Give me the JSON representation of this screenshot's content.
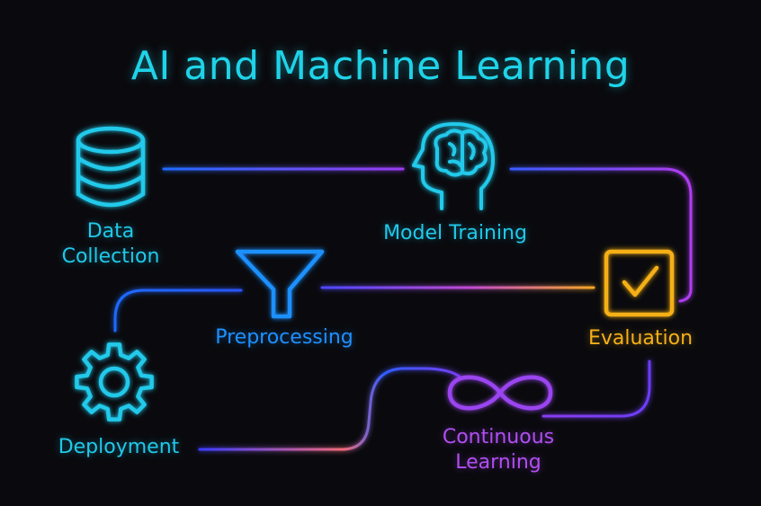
{
  "title": "AI and Machine Learning",
  "steps": {
    "data_collection": {
      "line1": "Data",
      "line2": "Collection",
      "icon": "database-icon"
    },
    "model_training": {
      "label": "Model Training",
      "icon": "brain-head-icon"
    },
    "preprocessing": {
      "label": "Preprocessing",
      "icon": "funnel-icon"
    },
    "evaluation": {
      "label": "Evaluation",
      "icon": "checkbox-icon"
    },
    "deployment": {
      "label": "Deployment",
      "icon": "gear-icon"
    },
    "continuous_learning": {
      "line1": "Continuous",
      "line2": "Learning",
      "icon": "infinity-icon"
    }
  },
  "colors": {
    "cyan": "#20c9ea",
    "blue": "#1e90ff",
    "purple": "#b04ef2",
    "gold": "#f5b018",
    "background": "#0a0a0e"
  }
}
